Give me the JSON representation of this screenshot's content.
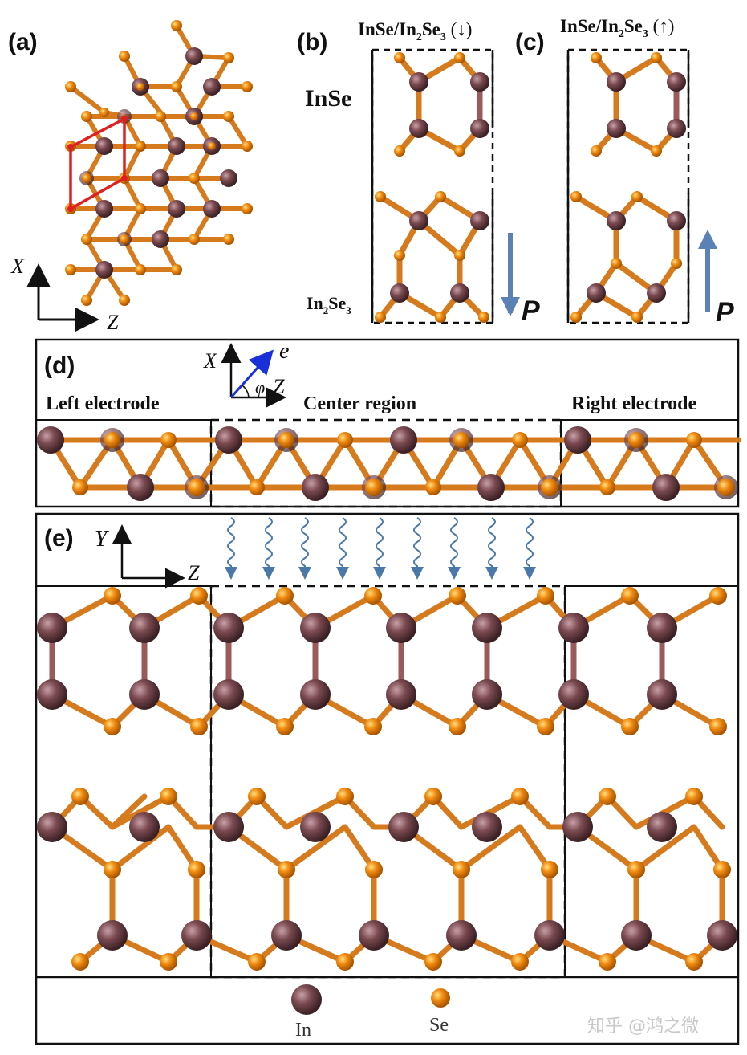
{
  "panels": {
    "a": {
      "letter": "(a)",
      "axis_x": "X",
      "axis_z": "Z"
    },
    "b": {
      "letter": "(b)",
      "title_main": "InSe/In",
      "title_sub1": "2",
      "title_mid": "Se",
      "title_sub2": "3",
      "title_arrow": " (↓)",
      "label_inse": "InSe",
      "label_in2se3_main": "In",
      "label_in2se3_sub1": "2",
      "label_in2se3_mid": "Se",
      "label_in2se3_sub2": "3",
      "polarization": "P"
    },
    "c": {
      "letter": "(c)",
      "title_main": "InSe/In",
      "title_sub1": "2",
      "title_mid": "Se",
      "title_sub2": "3",
      "title_arrow": " (↑)",
      "polarization": "P"
    },
    "d": {
      "letter": "(d)",
      "left": "Left electrode",
      "center": "Center region",
      "right": "Right electrode",
      "axis_x": "X",
      "axis_z": "Z",
      "phi": "φ",
      "e": "e"
    },
    "e": {
      "letter": "(e)",
      "axis_y": "Y",
      "axis_z": "Z"
    }
  },
  "legend": {
    "in_label": "In",
    "se_label": "Se"
  },
  "watermark": "知乎 @鸿之微",
  "colors": {
    "in_atom": "#7a4a50",
    "se_atom": "#f08a10",
    "bond": "#d67a1e",
    "unit_cell": "#e02020",
    "arrow": "#5a82b4",
    "e_vector": "#1a30d8"
  }
}
